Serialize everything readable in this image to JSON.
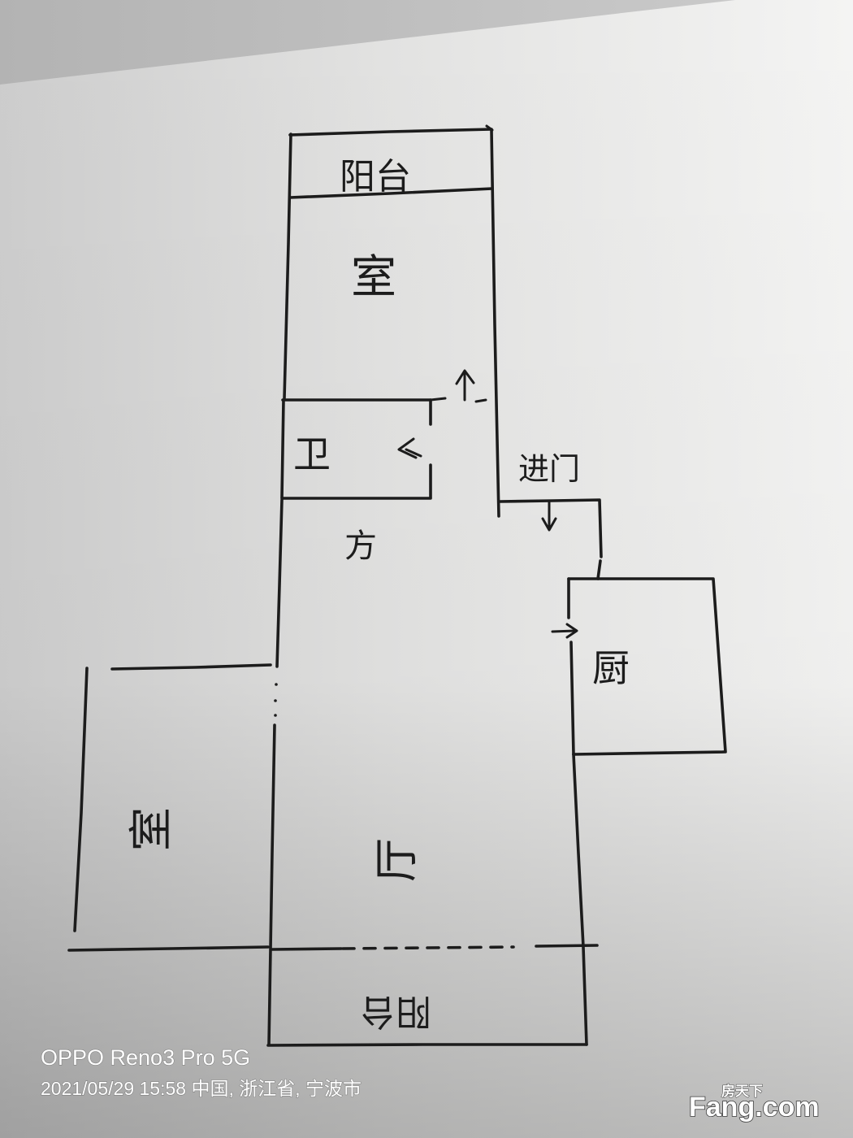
{
  "photo": {
    "paper_color": "#efefed",
    "ink_color": "#1c1c1c",
    "table_color": "#b7b7b7"
  },
  "floor_plan": {
    "labels": {
      "balcony_top": "阳台",
      "bedroom_top": "室",
      "bathroom": "卫",
      "entrance": "进门",
      "corridor": "方",
      "kitchen": "厨",
      "bedroom_left": "室",
      "living_room": "厅",
      "balcony_bottom": "阳台"
    },
    "icons": [
      "arrow-up-icon",
      "arrow-left-icon",
      "arrow-down-icon",
      "arrow-right-icon"
    ]
  },
  "watermark": {
    "device": "OPPO Reno3 Pro 5G",
    "datetime_location": "2021/05/29 15:58 中国, 浙江省, 宁波市"
  },
  "logo": {
    "brand_cn": "房天下",
    "brand_en": "Fang.com"
  }
}
